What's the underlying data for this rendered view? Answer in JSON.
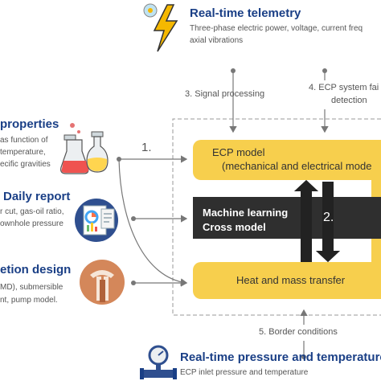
{
  "telemetry": {
    "title": "Real-time telemetry",
    "line1": "Three-phase electric power, voltage, current freq",
    "line2": "axial vibrations"
  },
  "properties": {
    "title": "properties",
    "line1": "as function of",
    "line2": "temperature,",
    "line3": "ecific gravities"
  },
  "daily_report": {
    "title": "Daily report",
    "line1": "r cut, gas-oil ratio,",
    "line2": "ownhole pressure"
  },
  "completion": {
    "title": "etion design",
    "line1": "MD), submersible",
    "line2": "nt, pump model."
  },
  "pressure": {
    "title": "Real-time pressure and temperature",
    "line1": "ECP inlet pressure and temperature"
  },
  "labels": {
    "signal_processing": "3. Signal processing",
    "ecp_failure_1": "4. ECP system fai",
    "ecp_failure_2": "detection",
    "step1": "1.",
    "step2": "2.",
    "border_conditions": "5. Border conditions"
  },
  "ecp_model": {
    "line1": "ECP model",
    "line2": "(mechanical and electrical mode"
  },
  "ml_model": {
    "line1": "Machine learning",
    "line2": "Cross model"
  },
  "heat_mass": {
    "label": "Heat and mass transfer"
  },
  "colors": {
    "box_yellow": "#f7cf4d",
    "ml_dark": "#2f2f2f",
    "heading_blue": "#1a3f86",
    "lightning": "#f5b800"
  },
  "icons": [
    "lightning-icon",
    "flask-icon",
    "report-icon",
    "pump-icon",
    "pressure-gauge-icon"
  ]
}
